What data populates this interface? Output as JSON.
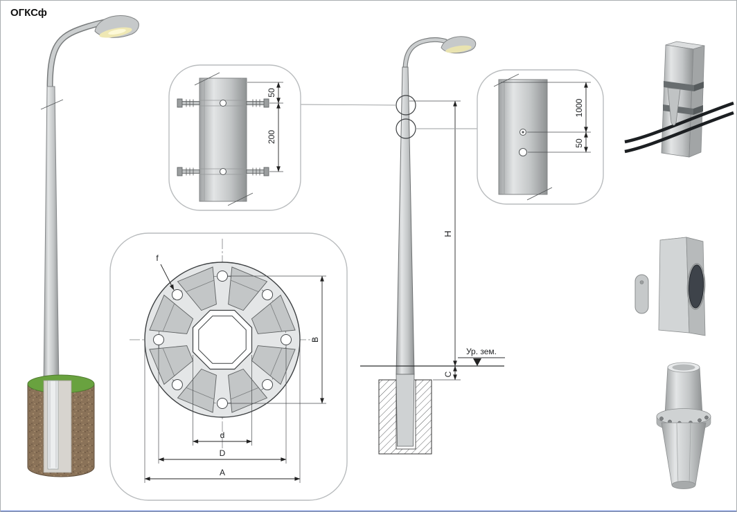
{
  "page": {
    "title": "ОГКСф"
  },
  "colors": {
    "metal": "#c9cccd",
    "grass": "#69a23f",
    "soil": "#8a7258",
    "cable": "#1c1f22",
    "accent_bottom_bar": "#4d6fd0"
  },
  "clamp_detail": {
    "dim_top_offset": "50",
    "dim_bolt_spacing": "200"
  },
  "hole_detail": {
    "dim_height": "1000",
    "dim_offset": "50"
  },
  "flange_detail": {
    "dim_hole_diameter": "f",
    "dim_inner_across_flats": "d",
    "dim_bolt_circle": "D",
    "dim_outer": "A",
    "dim_vertical": "B"
  },
  "elevation": {
    "dim_height": "H",
    "dim_foundation_offset": "C",
    "ground_level_label": "Ур. зем."
  }
}
